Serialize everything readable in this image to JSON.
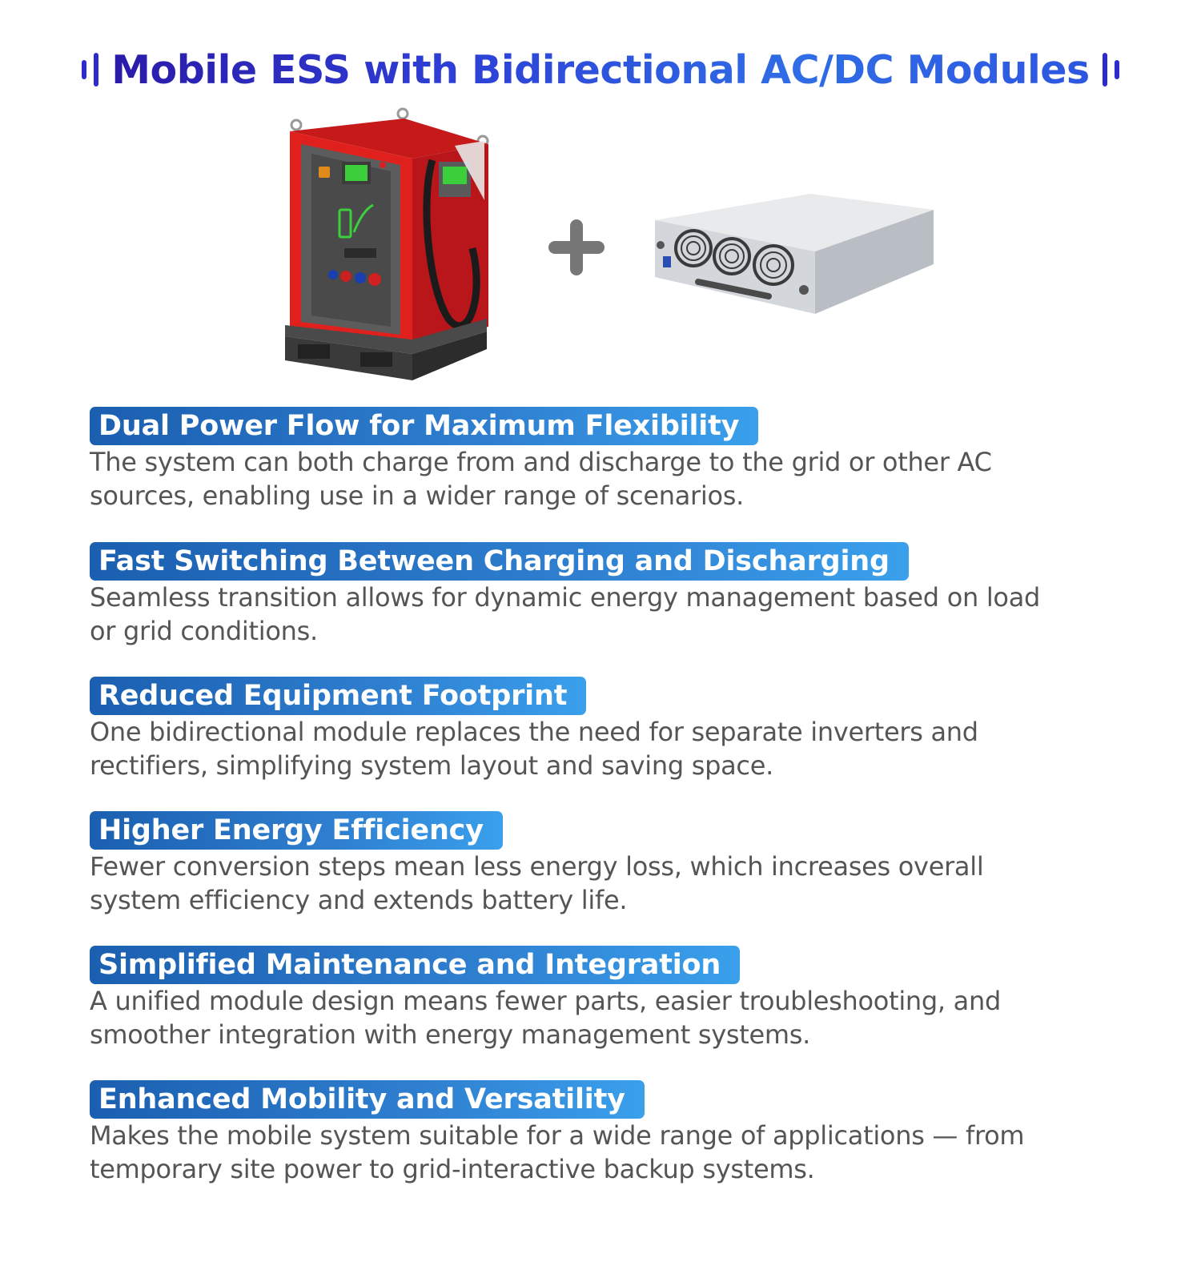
{
  "header": {
    "title": "Mobile ESS with Bidirectional AC/DC Modules"
  },
  "images": {
    "left_product": "mobile-ess-cabinet",
    "connector": "plus-icon",
    "right_product": "bidirectional-acdc-module"
  },
  "features": [
    {
      "heading": "Dual Power Flow for Maximum Flexibility",
      "line1": "The system can both charge from and discharge to the grid or other AC",
      "line2": "sources, enabling use in a wider range of scenarios."
    },
    {
      "heading": "Fast Switching Between Charging and Discharging",
      "line1": "Seamless transition allows for dynamic energy management based on load",
      "line2": "or grid conditions."
    },
    {
      "heading": "Reduced Equipment Footprint",
      "line1": "One bidirectional module replaces the need for separate inverters and",
      "line2": "rectifiers, simplifying system layout and saving space."
    },
    {
      "heading": "Higher Energy Efficiency",
      "line1": "Fewer conversion steps mean less energy loss, which increases overall",
      "line2": "system efficiency and extends battery life."
    },
    {
      "heading": "Simplified Maintenance and Integration",
      "line1": "A unified module design means fewer parts, easier troubleshooting, and",
      "line2": "smoother integration with energy management systems."
    },
    {
      "heading": "Enhanced Mobility and Versatility",
      "line1": "Makes the mobile system suitable for a wide range of applications — from",
      "line2": "temporary site power to grid-interactive backup systems."
    }
  ],
  "colors": {
    "title_start": "#2a1aa8",
    "title_end": "#2f6de6",
    "pill_start": "#1b5fb0",
    "pill_end": "#3aa0ec",
    "body_text": "#555555",
    "cabinet_red": "#e0201c",
    "module_silver": "#d9dde2"
  }
}
